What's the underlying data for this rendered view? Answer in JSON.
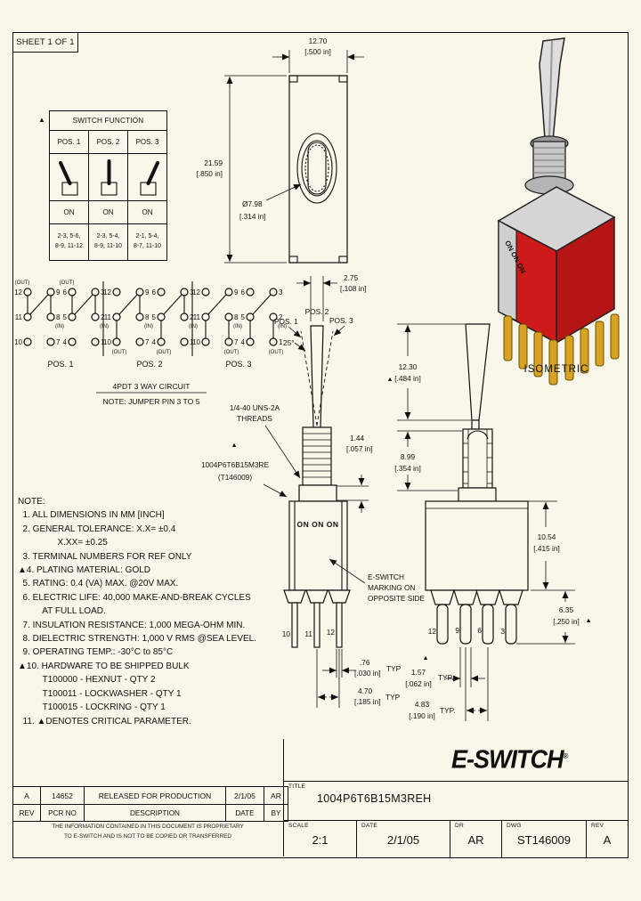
{
  "sheet": {
    "label": "SHEET 1 OF 1"
  },
  "symbols": {
    "critical": "▲"
  },
  "function_table": {
    "title": "SWITCH FUNCTION",
    "columns": [
      "POS. 1",
      "POS. 2",
      "POS. 3"
    ],
    "on_labels": [
      "ON",
      "ON",
      "ON"
    ],
    "connections_line1": [
      "2-3, 5-6,",
      "2-3, 5-4,",
      "2-1, 5-4,"
    ],
    "connections_line2": [
      "8-9, 11-12",
      "8-9, 11-10",
      "8-7, 11-10"
    ]
  },
  "top_view": {
    "width_mm": "12.70",
    "width_in": "[.500 in]",
    "height_mm": "21.59",
    "height_in": "[.850 in]",
    "hole_mm": "Ø7.98",
    "hole_in": "[.314 in]"
  },
  "pin_diagram": {
    "caption_title": "4PDT 3 WAY CIRCUIT",
    "caption_note": "NOTE: JUMPER PIN 3 TO 5",
    "out_label": "(OUT)",
    "in_label": "(IN)",
    "grid": [
      [
        "12",
        "11",
        "10"
      ],
      [
        "9",
        "8",
        "7"
      ],
      [
        "6",
        "5",
        "4"
      ],
      [
        "3",
        "2",
        "1"
      ]
    ],
    "in_cols": [
      1,
      3
    ],
    "jumpers": [
      [
        0,
        1
      ],
      [
        2,
        3
      ]
    ],
    "positions": [
      {
        "label": "POS. 1",
        "links": [
          "top",
          "top",
          "top",
          "top"
        ],
        "out": [
          {
            "col": 0,
            "pos": "above"
          },
          {
            "col": 2,
            "pos": "above"
          }
        ]
      },
      {
        "label": "POS. 2",
        "links": [
          "bot",
          "top",
          "bot",
          "top"
        ],
        "out": [
          {
            "col": 0,
            "pos": "below"
          },
          {
            "col": 2,
            "pos": "below"
          }
        ]
      },
      {
        "label": "POS. 3",
        "links": [
          "bot",
          "bot",
          "bot",
          "bot"
        ],
        "out": [
          {
            "col": 1,
            "pos": "below"
          },
          {
            "col": 3,
            "pos": "below"
          }
        ]
      }
    ]
  },
  "front_view": {
    "lever_width_mm": "2.75",
    "lever_width_in": "[.108 in]",
    "pos1": "POS. 1",
    "pos2": "POS. 2",
    "pos3": "POS. 3",
    "angle": "25°",
    "threads_line1": "1/4-40 UNS-2A",
    "threads_line2": "THREADS",
    "part_line1": "1004P6T6B15M3RE",
    "part_line2": "(T146009)",
    "flange_mm": "1.44",
    "flange_in": "[.057 in]",
    "marking": "ON ON ON",
    "marking_note": [
      "E-SWITCH",
      "MARKING ON",
      "OPPOSITE SIDE"
    ],
    "pins": [
      "10",
      "11",
      "12"
    ],
    "pin_width_mm": ".76",
    "pin_width_in": "[.030 in]",
    "pin_pitch_mm": "4.70",
    "pin_pitch_in": "[.185 in]",
    "typ": "TYP"
  },
  "side_view": {
    "lever_mm": "12.30",
    "lever_in": "[.484 in]",
    "bushing_mm": "8.99",
    "bushing_in": "[.354 in]",
    "body_mm": "10.54",
    "body_in": "[.415 in]",
    "pin_len_mm": "6.35",
    "pin_len_in": "[.250 in]",
    "pin_width_mm": "1.57",
    "pin_width_in": "[.062 in]",
    "pin_pitch_mm": "4.83",
    "pin_pitch_in": "[.190 in]",
    "typ": "TYP.",
    "pins": [
      "12",
      "9",
      "6",
      "3"
    ]
  },
  "isometric": {
    "label": "ISOMETRIC",
    "marking": "ON ON ON"
  },
  "notes": {
    "text": "NOTE:\n  1. ALL DIMENSIONS IN MM [INCH]\n  2. GENERAL TOLERANCE: X.X= ±0.4\n                X.XX= ±0.25\n  3. TERMINAL NUMBERS FOR REF ONLY\n▲4. PLATING MATERIAL: GOLD\n  5. RATING: 0.4 (VA) MAX. @20V MAX.\n  6. ELECTRIC LIFE: 40,000 MAKE-AND-BREAK CYCLES\n          AT FULL LOAD.\n  7. INSULATION RESISTANCE: 1,000 MEGA-OHM MIN.\n  8. DIELECTRIC STRENGTH: 1,000 V RMS @SEA LEVEL.\n  9. OPERATING TEMP.: -30°C to 85°C\n▲10. HARDWARE TO BE SHIPPED BULK\n          T100000 - HEXNUT - QTY 2\n          T100011 - LOCKWASHER - QTY 1\n          T100015 - LOCKRING - QTY 1\n  11. ▲DENOTES CRITICAL PARAMETER."
  },
  "title_block": {
    "logo": "E-SWITCH",
    "registered": "®",
    "title_label": "TITLE",
    "title_value": "1004P6T6B15M3REH",
    "scale_label": "SCALE",
    "scale_value": "2:1",
    "date_label": "DATE",
    "date_value": "2/1/05",
    "dr_label": "DR",
    "dr_value": "AR",
    "dwg_label": "DWG",
    "dwg_value": "ST146009",
    "rev_label": "REV",
    "rev_value": "A",
    "rev_row": [
      "A",
      "14652",
      "RELEASED FOR PRODUCTION",
      "2/1/05",
      "AR"
    ],
    "rev_headers": [
      "REV",
      "PCR NO",
      "DESCRIPTION",
      "DATE",
      "BY"
    ],
    "proprietary_line1": "THE INFORMATION CONTAINED IN THIS DOCUMENT IS PROPRIETARY",
    "proprietary_line2": "TO E-SWITCH AND IS NOT TO BE COPIED OR TRANSFERRED"
  },
  "colors": {
    "background": "#f8f7e9",
    "line": "#111111",
    "body_red": "#c01515",
    "metal": "#d6d6d6",
    "pin_gold": "#d8a223"
  }
}
